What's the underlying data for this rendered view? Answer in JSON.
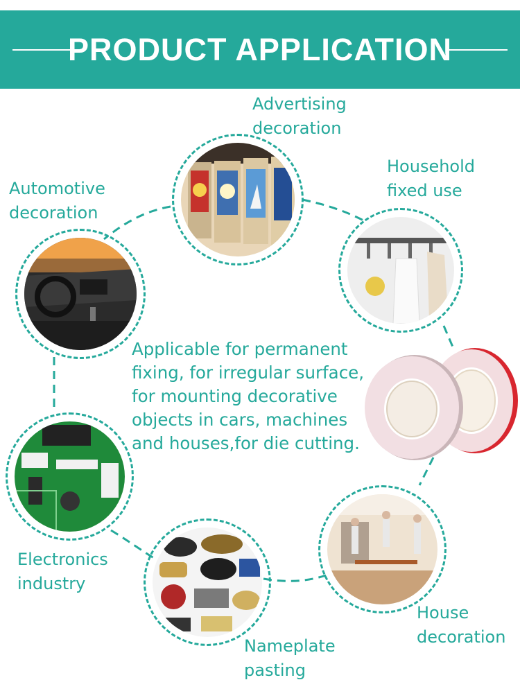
{
  "header": {
    "title": "PRODUCT APPLICATION"
  },
  "description": [
    "Applicable for permanent",
    "fixing, for irregular surface,",
    "for mounting decorative",
    "objects in cars, machines",
    "and houses,for die cutting."
  ],
  "applications": {
    "advertising": [
      "Advertising",
      "decoration"
    ],
    "household": [
      "Household",
      "fixed use"
    ],
    "automotive": [
      "Automotive",
      "decoration"
    ],
    "electronics": [
      "Electronics",
      "industry"
    ],
    "nameplate": [
      "Nameplate",
      "pasting"
    ],
    "house": [
      "House",
      "decoration"
    ]
  },
  "colors": {
    "accent": "#25a99b",
    "tape_red": "#d8262f",
    "tape_foam": "#f3dde0"
  }
}
